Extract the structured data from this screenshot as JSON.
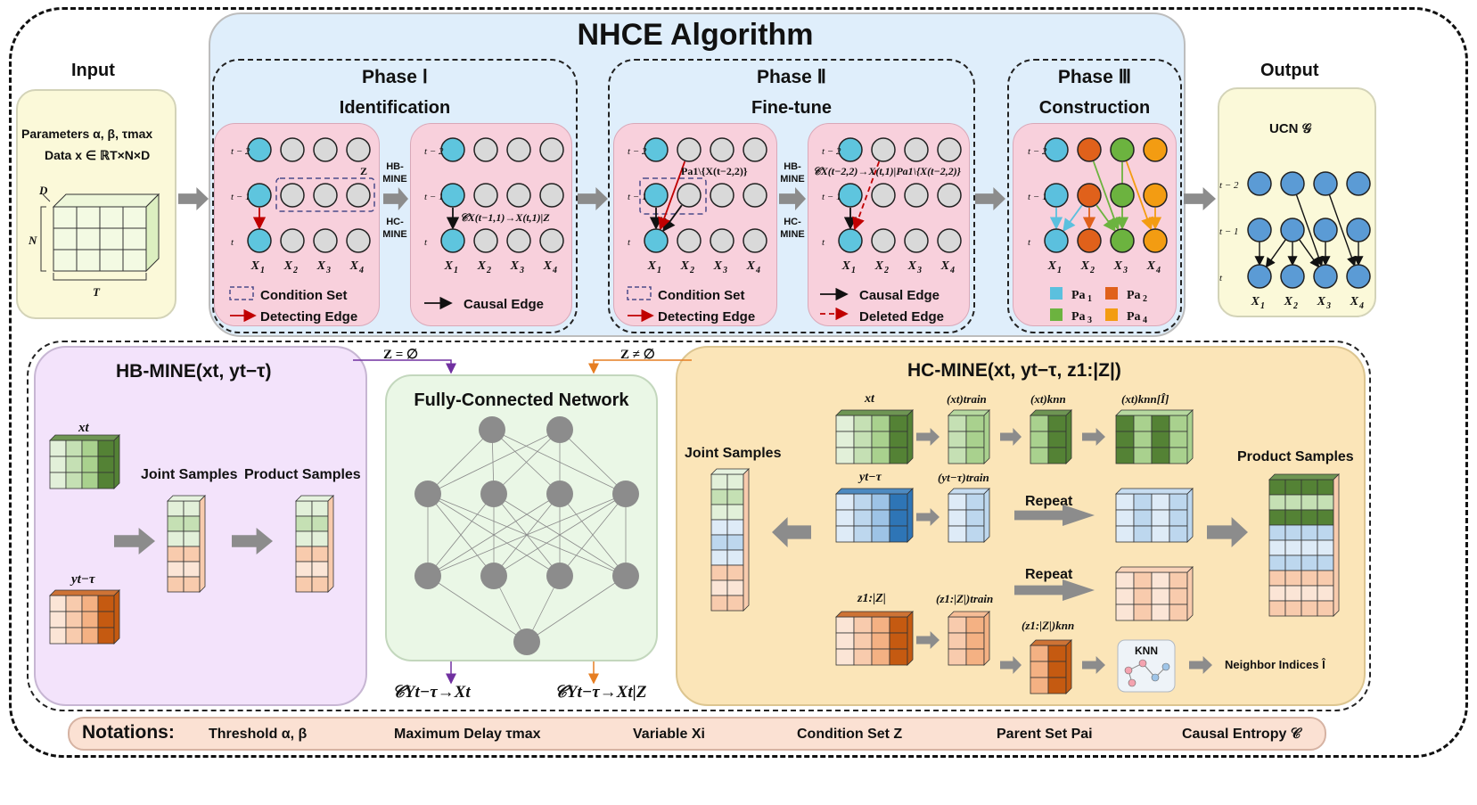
{
  "title": "NHCE Algorithm",
  "input": {
    "heading": "Input",
    "params_line": "Parameters α, β, τmax",
    "data_line": "Data x ∈ ℝT×N×D",
    "dim_d": "D",
    "dim_n": "N",
    "dim_t": "T"
  },
  "output": {
    "heading": "Output",
    "label": "UCN 𝒢"
  },
  "rows": {
    "t2": "t − 2",
    "t1": "t − 1",
    "t0": "t"
  },
  "vars": [
    "X1",
    "X2",
    "X3",
    "X4"
  ],
  "phase1": {
    "title": "Phase Ⅰ",
    "subtitle": "Identification",
    "z_label": "Z",
    "hb_mine": "HB-MINE",
    "hc_mine": "HC-MINE",
    "ce_label": "𝒞X(t−1,1)→X(t,1)|Z",
    "legend_condition": "Condition Set",
    "legend_detecting": "Detecting Edge",
    "legend_causal": "Causal Edge"
  },
  "phase2": {
    "title": "Phase Ⅱ",
    "subtitle": "Fine-tune",
    "pa_label": "Pa1\\{X(t−2,2)}",
    "hb_mine": "HB-MINE",
    "hc_mine": "HC-MINE",
    "ce_label": "𝒞X(t−2,2)→X(t,1)|Pa1\\{X(t−2,2)}",
    "legend_condition": "Condition Set",
    "legend_detecting": "Detecting Edge",
    "legend_causal": "Causal Edge",
    "legend_deleted": "Deleted Edge"
  },
  "phase3": {
    "title": "Phase Ⅲ",
    "subtitle": "Construction",
    "legend": [
      "Pa1",
      "Pa2",
      "Pa3",
      "Pa4"
    ]
  },
  "colors": {
    "pa1": "#5bc0de",
    "pa2": "#e0611b",
    "pa3": "#6cb33f",
    "pa4": "#f39c12",
    "node_blue": "#5ec5de",
    "node_gray": "#d9d9d9",
    "output_node": "#5b9bd5",
    "arrow_gray": "#8c8c8c",
    "red": "#c00000",
    "purple": "#7030a0",
    "orange": "#e67e22"
  },
  "hb_mine": {
    "title": "HB-MINE(xt, yt−τ)",
    "x_label": "xt",
    "y_label": "yt−τ",
    "joint": "Joint Samples",
    "product": "Product Samples"
  },
  "fcn": {
    "title": "Fully-Connected Network",
    "z_empty": "Z = ∅",
    "z_nonempty": "Z ≠ ∅",
    "out_left": "𝒞Yt−τ→Xt",
    "out_right": "𝒞Yt−τ→Xt|Z"
  },
  "hc_mine": {
    "title": "HC-MINE(xt, yt−τ, z1:|Z|)",
    "joint": "Joint Samples",
    "product": "Product Samples",
    "x_label": "xt",
    "x_train": "(xt)train",
    "x_knn": "(xt)knn",
    "x_knn_i": "(xt)knn[Î]",
    "y_label": "yt−τ",
    "y_train": "(yt−τ)train",
    "z_label": "z1:|Z|",
    "z_train": "(z1:|Z|)train",
    "z_knn": "(z1:|Z|)knn",
    "repeat1": "Repeat",
    "repeat2": "Repeat",
    "knn": "KNN",
    "neighbor": "Neighbor Indices Î"
  },
  "notations": {
    "label": "Notations:",
    "items": [
      "Threshold α, β",
      "Maximum Delay τmax",
      "Variable Xi",
      "Condition Set Z",
      "Parent Set Pai",
      "Causal Entropy 𝒞"
    ]
  }
}
